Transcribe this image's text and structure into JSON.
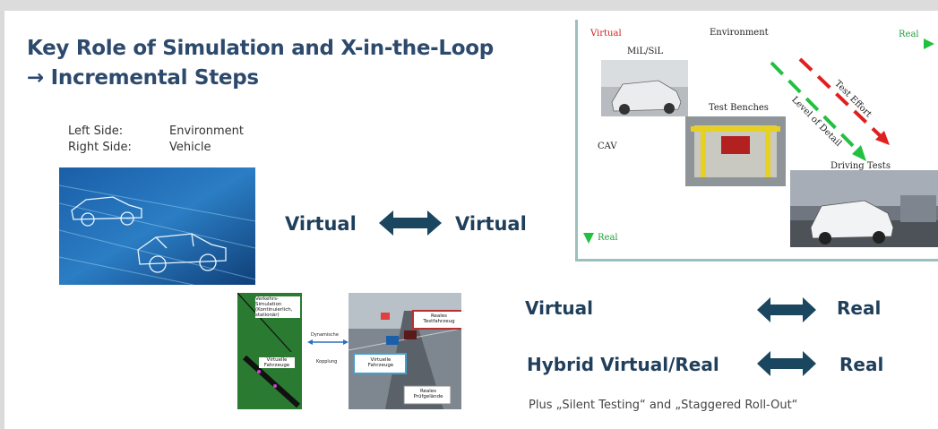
{
  "title": {
    "line1": "Key Role of Simulation and X-in-the-Loop",
    "line2": "→ Incremental Steps"
  },
  "sides": [
    {
      "key": "Left Side:",
      "value": "Environment"
    },
    {
      "key": "Right Side:",
      "value": "Vehicle"
    }
  ],
  "pairs": [
    {
      "left": "Virtual",
      "right": "Virtual"
    },
    {
      "left": "Virtual",
      "right": "Real"
    },
    {
      "left": "Hybrid Virtual/Real",
      "right": "Real"
    }
  ],
  "footnote": "Plus „Silent Testing“ and „Staggered Roll-Out“",
  "diagram": {
    "virtual_top": "Virtual",
    "environment": "Environment",
    "real_top": "Real",
    "mil_sil": "MiL/SiL",
    "test_benches": "Test Benches",
    "cav": "CAV",
    "driving_tests": "Driving Tests",
    "real_left": "Real",
    "level_of_detail": "Level of Detail",
    "test_effort": "Test Effort"
  },
  "cosim": {
    "traffic_sim": "Verkehrs-Simulation",
    "traffic_sim_sub": "(Kontinuierlich, stationär)",
    "dynamic": "Dynamische",
    "coupling": "Kopplung",
    "virtual_vehicles_left": "Virtuelle Fahrzeuge",
    "real_test_vehicle": "Reales Testfahrzeug",
    "virtual_vehicles_right": "Virtuelle Fahrzeuge",
    "real_test_site": "Reales Prüfgelände"
  },
  "colors": {
    "title": "#2d4a6d",
    "pair_text": "#1f3f5a",
    "arrow": "#1a4660",
    "red": "#e02020",
    "green": "#22c040"
  }
}
